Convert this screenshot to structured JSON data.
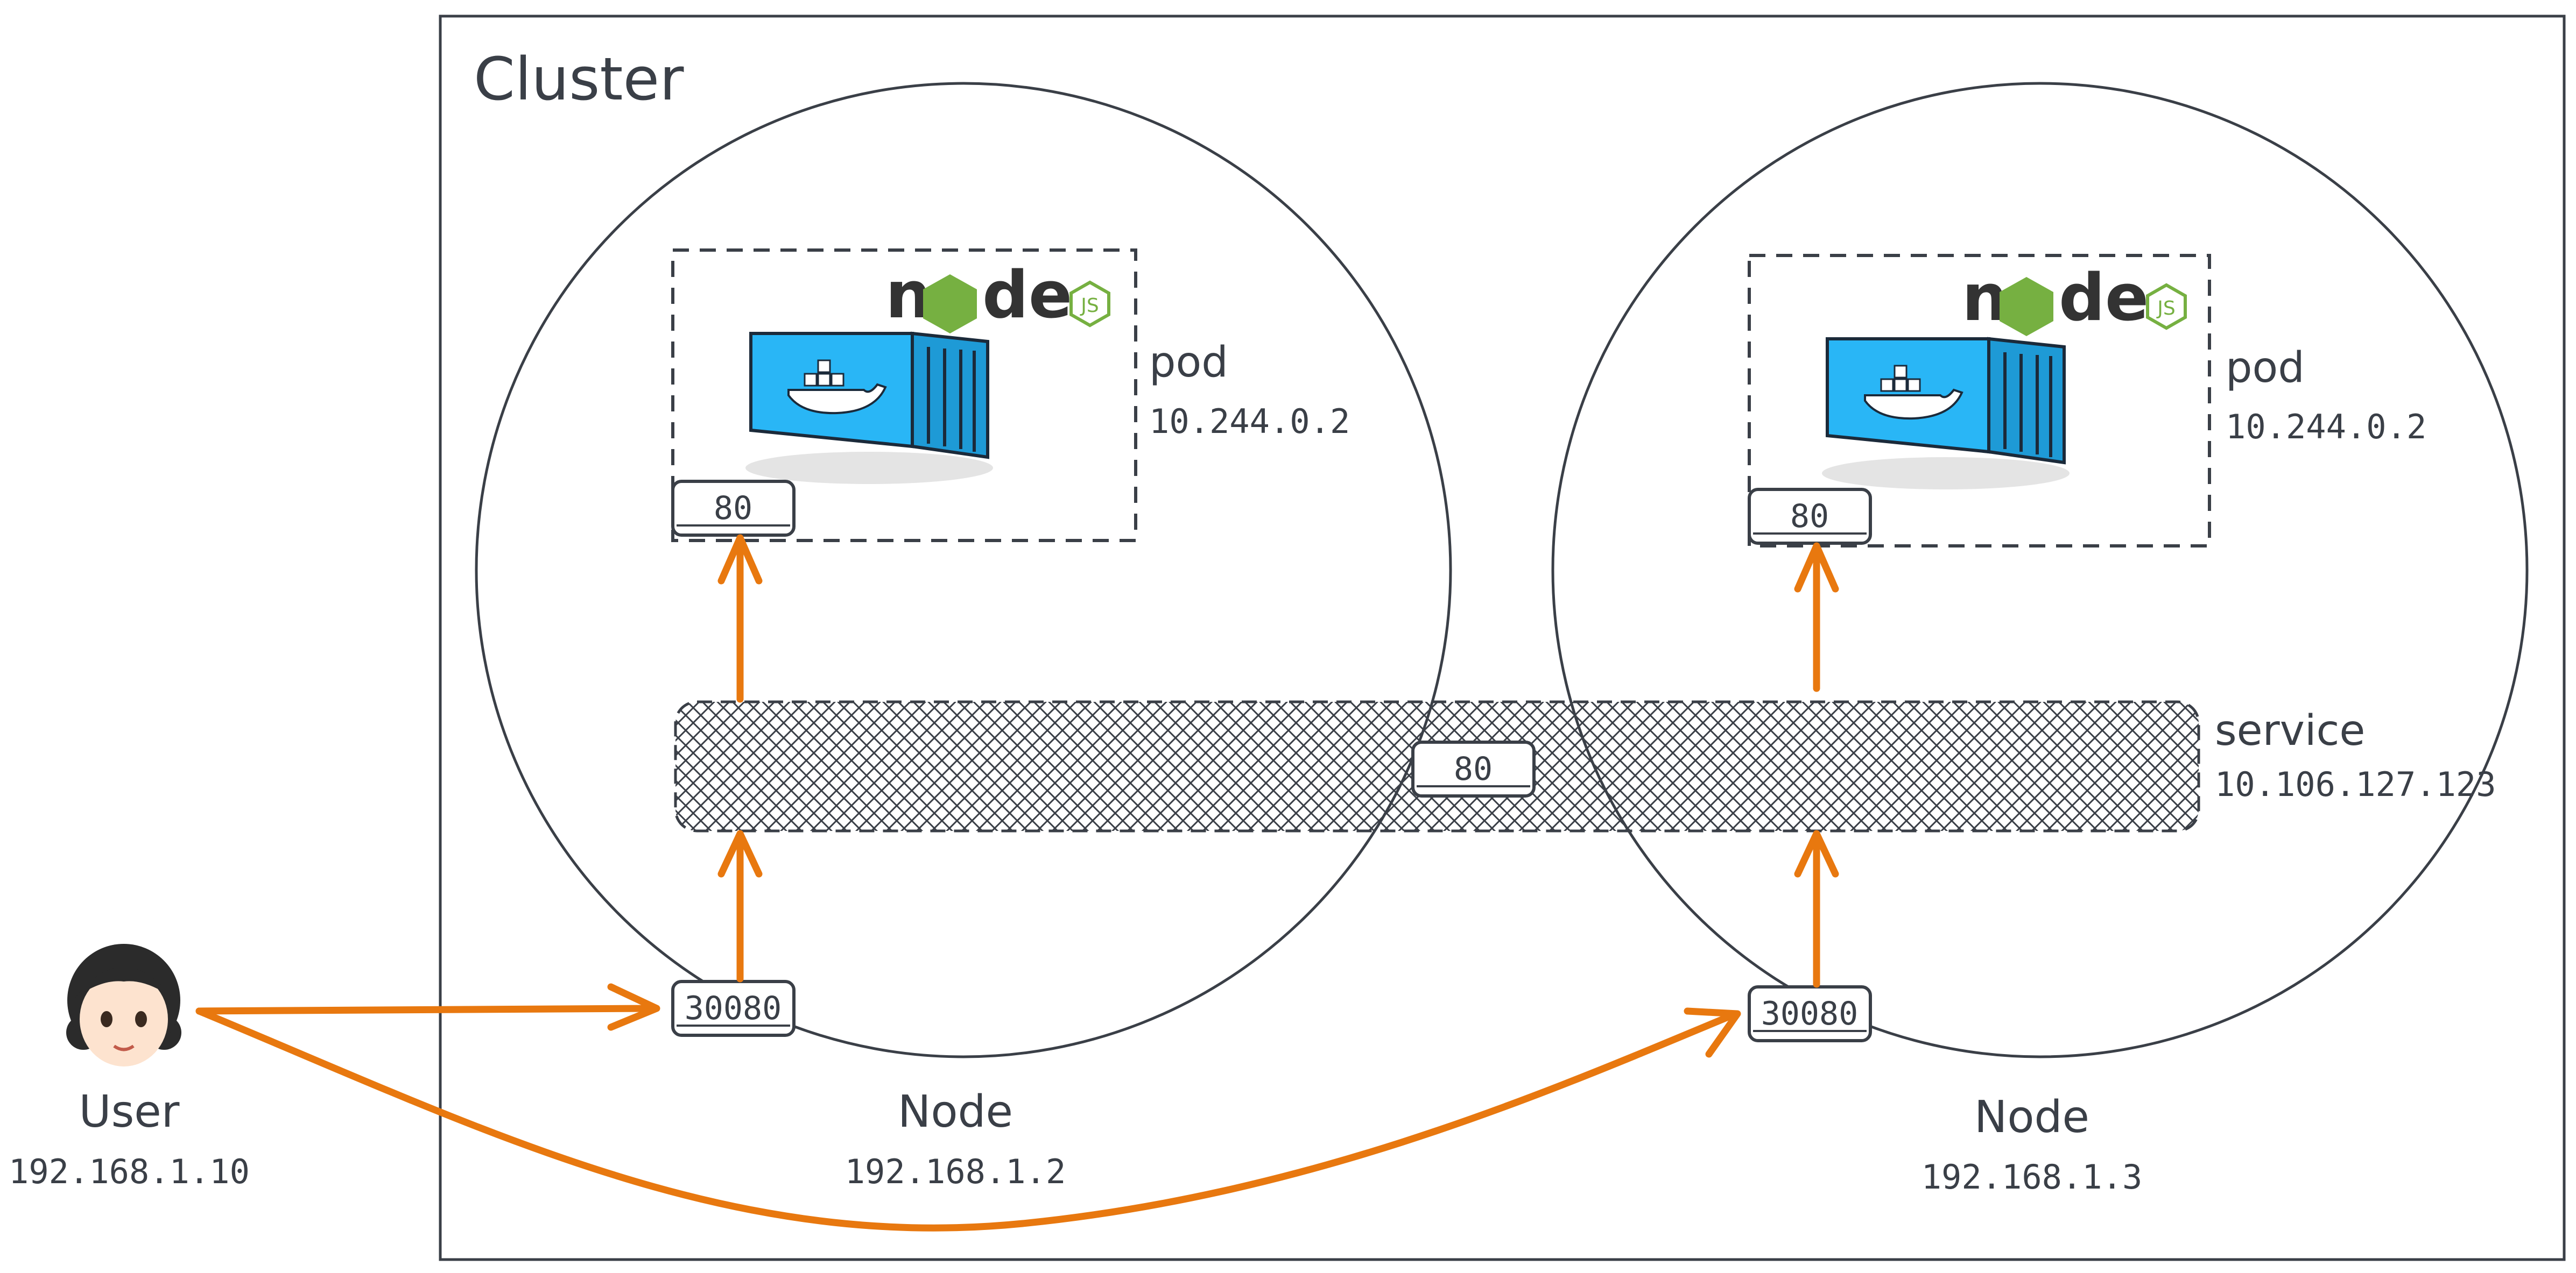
{
  "cluster": {
    "label": "Cluster"
  },
  "user": {
    "label": "User",
    "ip": "192.168.1.10",
    "avatar": "girl-avatar-icon"
  },
  "nodes": [
    {
      "label": "Node",
      "ip": "192.168.1.2",
      "ip_color": "#3a3f47",
      "nodeport": "30080",
      "pod": {
        "label": "pod",
        "ip": "10.244.0.2",
        "port": "80",
        "logo": "nodejs-logo",
        "container_icon": "docker-container-icon"
      }
    },
    {
      "label": "Node",
      "ip": "192.168.1.3",
      "ip_color": "#e07b12",
      "nodeport": "30080",
      "pod": {
        "label": "pod",
        "ip": "10.244.0.2",
        "port": "80",
        "logo": "nodejs-logo",
        "container_icon": "docker-container-icon"
      }
    }
  ],
  "service": {
    "label": "service",
    "ip": "10.106.127.123",
    "port": "80"
  },
  "colors": {
    "arrow": "#e8780f",
    "stroke": "#3a3f47",
    "container": "#29b6f6",
    "node_green": "#76b041"
  }
}
